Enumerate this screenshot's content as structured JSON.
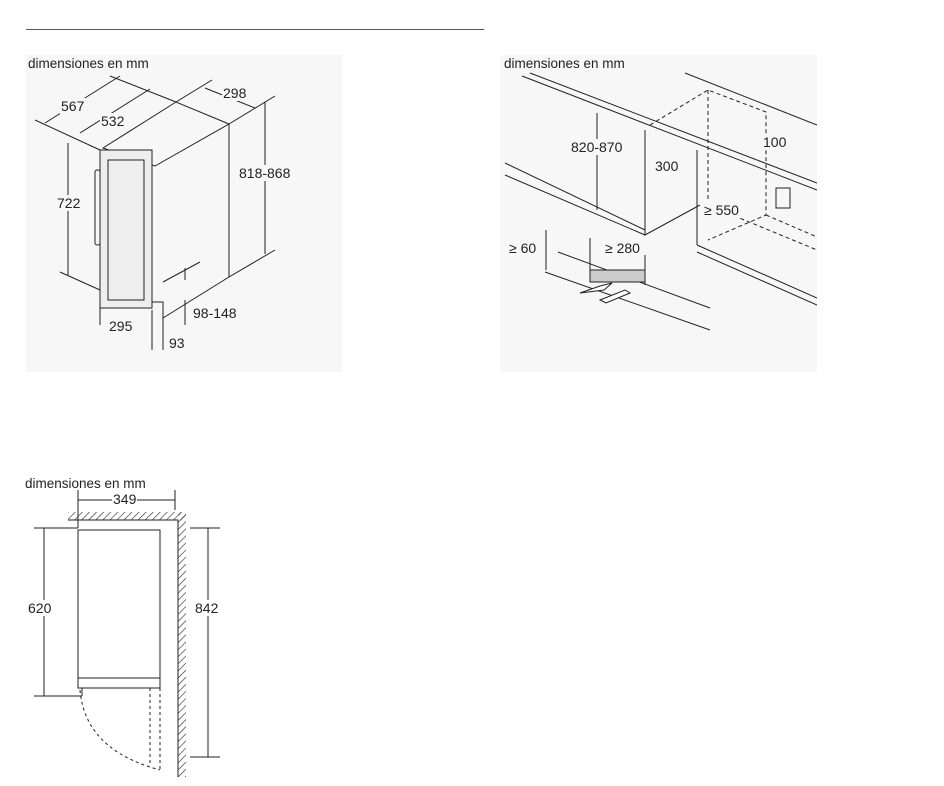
{
  "diagram_1": {
    "caption": "dimensiones en mm",
    "dims": {
      "depth_total": "567",
      "depth_body": "532",
      "width": "298",
      "height_total": "818-868",
      "height_door": "722",
      "door_width": "295",
      "plinth": "98-148",
      "plinth_depth": "93"
    }
  },
  "diagram_2": {
    "caption": "dimensiones en mm",
    "dims": {
      "niche_height": "820-870",
      "width": "300",
      "socket_offset": "100",
      "depth": "≥ 550",
      "vent_height": "≥ 60",
      "vent_width": "≥ 280"
    }
  },
  "diagram_3": {
    "caption": "dimensiones en mm",
    "dims": {
      "width_with_door": "349",
      "door_height": "620",
      "height_total": "842"
    }
  }
}
